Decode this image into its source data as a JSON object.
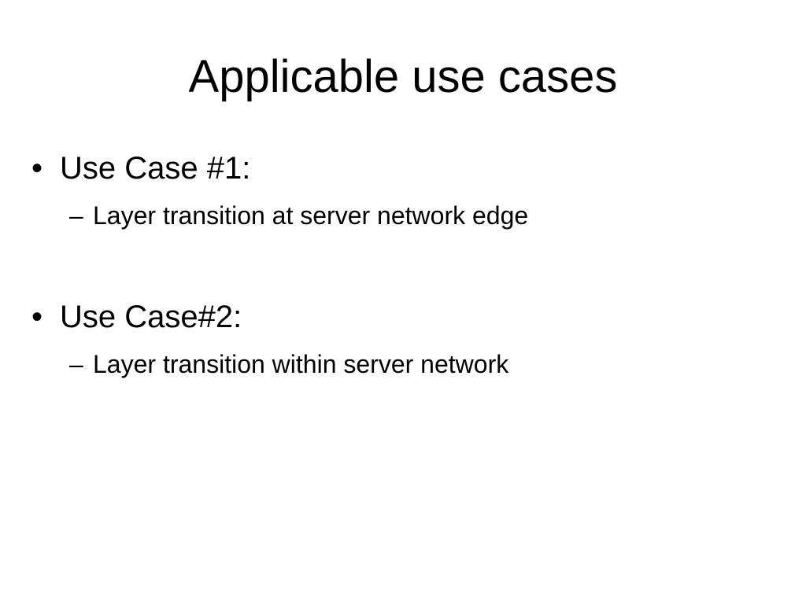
{
  "slide": {
    "title": "Applicable use cases",
    "items": [
      {
        "bullet": "•",
        "label": "Use Case #1:",
        "sub_items": [
          {
            "bullet": "–",
            "label": "Layer transition at server network edge"
          }
        ]
      },
      {
        "bullet": "•",
        "label": "Use Case#2:",
        "sub_items": [
          {
            "bullet": "–",
            "label": "Layer transition within server network"
          }
        ]
      }
    ]
  },
  "colors": {
    "background": "#ffffff",
    "text": "#000000"
  }
}
